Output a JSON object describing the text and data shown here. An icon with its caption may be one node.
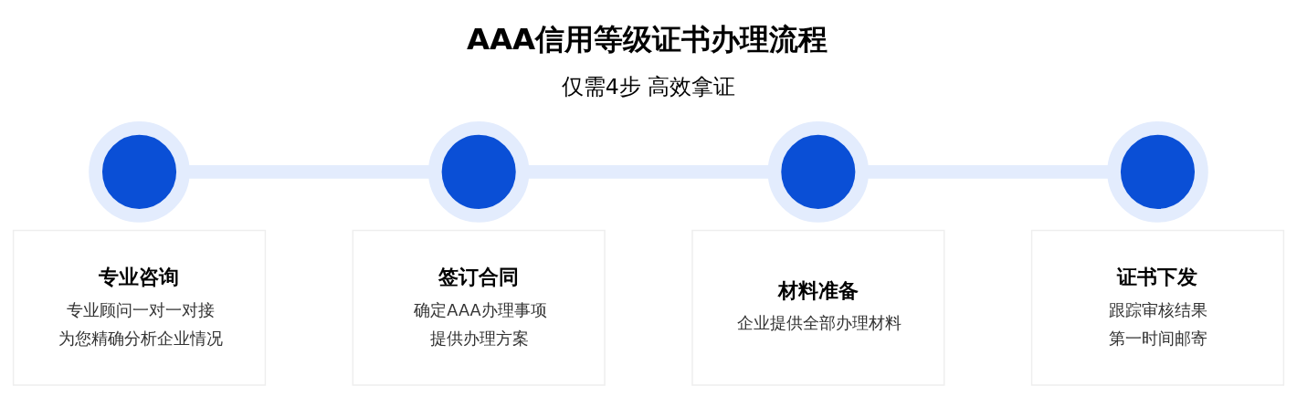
{
  "diagram": {
    "title": "AAA信用等级证书办理流程",
    "nodes": [
      {
        "text": [],
        "shape": "circle"
      },
      {
        "text": [],
        "shape": "circle"
      },
      {
        "text": [],
        "shape": "circle"
      },
      {
        "text": [],
        "shape": "circle"
      },
      {
        "text": [
          "专业咨询",
          "专业顾问一对一对接",
          "为您精确分析企业情况"
        ]
      },
      {
        "text": [
          "签订合同",
          "确定AAA办理事项",
          "提供办理方案"
        ]
      },
      {
        "text": [
          "材料准备",
          "企业提供全部办理材料"
        ]
      },
      {
        "text": [
          "证书下发",
          "跟踪审核结果",
          "第一时间邮寄"
        ]
      }
    ],
    "edges": [
      {
        "from": 0,
        "to": 1,
        "arrow": "none"
      },
      {
        "from": 1,
        "to": 2,
        "arrow": "none"
      },
      {
        "from": 2,
        "to": 3,
        "arrow": "none"
      }
    ],
    "labels": [
      "仅需4步 高效拿证"
    ]
  }
}
